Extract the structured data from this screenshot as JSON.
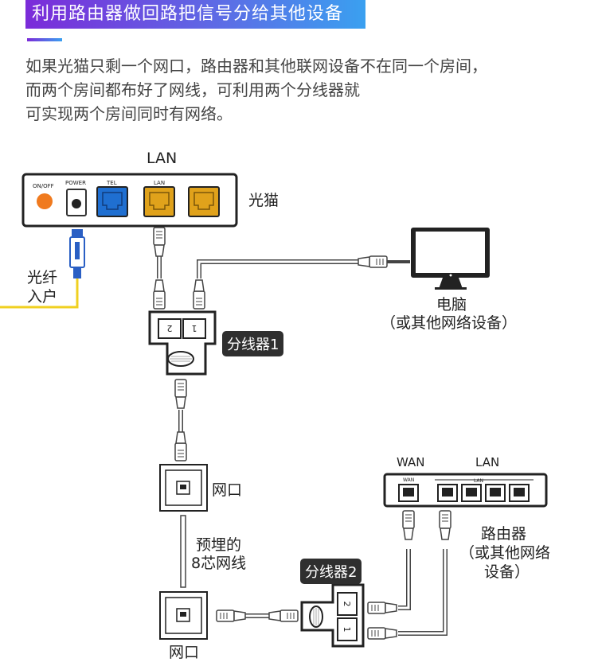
{
  "header": {
    "title": "利用路由器做回路把信号分给其他设备"
  },
  "intro": {
    "line1": "如果光猫只剩一个网口，路由器和其他联网设备不在同一个房间，",
    "line2": "而两个房间都布好了网线，可利用两个分线器就",
    "line3": "可实现两个房间同时有网络。"
  },
  "modem": {
    "top_label": "LAN",
    "name": "光猫",
    "onoff": "ON/OFF",
    "power": "POWER",
    "tel": "TEL",
    "lan": "LAN"
  },
  "fiber": {
    "line1": "光纤",
    "line2": "入户"
  },
  "computer": {
    "line1": "电脑",
    "line2": "（或其他网络设备）"
  },
  "splitter1": {
    "tag": "分线器1",
    "port_left": "2",
    "port_right": "1"
  },
  "wall_port_top": {
    "label": "网口"
  },
  "cable": {
    "line1": "预埋的",
    "line2": "8芯网线"
  },
  "wall_port_bottom": {
    "label": "网口"
  },
  "splitter2": {
    "tag": "分线器2",
    "port_top": "2",
    "port_bottom": "1"
  },
  "router": {
    "wan_label": "WAN",
    "lan_label": "LAN",
    "wan_small": "WAN",
    "lan_small": "LAN",
    "line1": "路由器",
    "line2": "（或其他网络",
    "line3": "设备）"
  },
  "colors": {
    "banner_start": "#7b2bd9",
    "banner_end": "#3aa0f0",
    "onoff_button": "#f07a1e",
    "tel_port": "#1f6fd1",
    "lan_port": "#e0a21b",
    "fiber_line": "#f0d020",
    "fiber_connector": "#2a5fc4",
    "tag_bg": "#2f2f2f"
  }
}
